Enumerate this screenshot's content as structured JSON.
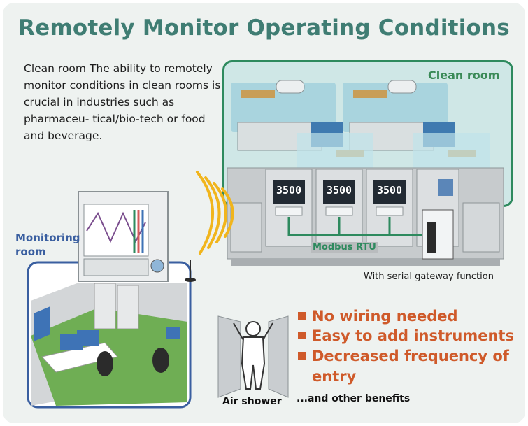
{
  "title": "Remotely Monitor Operating Conditions",
  "description": "Clean room The ability to remotely monitor conditions in clean rooms is crucial in industries such as pharmaceu- tical/bio-tech or food and beverage.",
  "clean_room_label": "Clean room",
  "monitoring_room_label": "Monitoring room",
  "protocol_label": "Modbus RTU",
  "gateway_caption": "With serial gateway function",
  "controller_readouts": [
    "3500",
    "3500",
    "3500"
  ],
  "benefits": [
    "No wiring needed",
    "Easy to add instruments",
    "Decreased frequency of",
    "entry"
  ],
  "air_shower_label": "Air shower",
  "other_benefits": "...and other benefits",
  "colors": {
    "title": "#3f7d73",
    "accent": "#cf5a2a",
    "clean_room_border": "#2e8a5e",
    "monitoring_room_border": "#3a5fa0"
  },
  "icons": [
    "wireless-signal-icon",
    "antenna-icon",
    "recorder-icon",
    "bullet-square-icon"
  ]
}
